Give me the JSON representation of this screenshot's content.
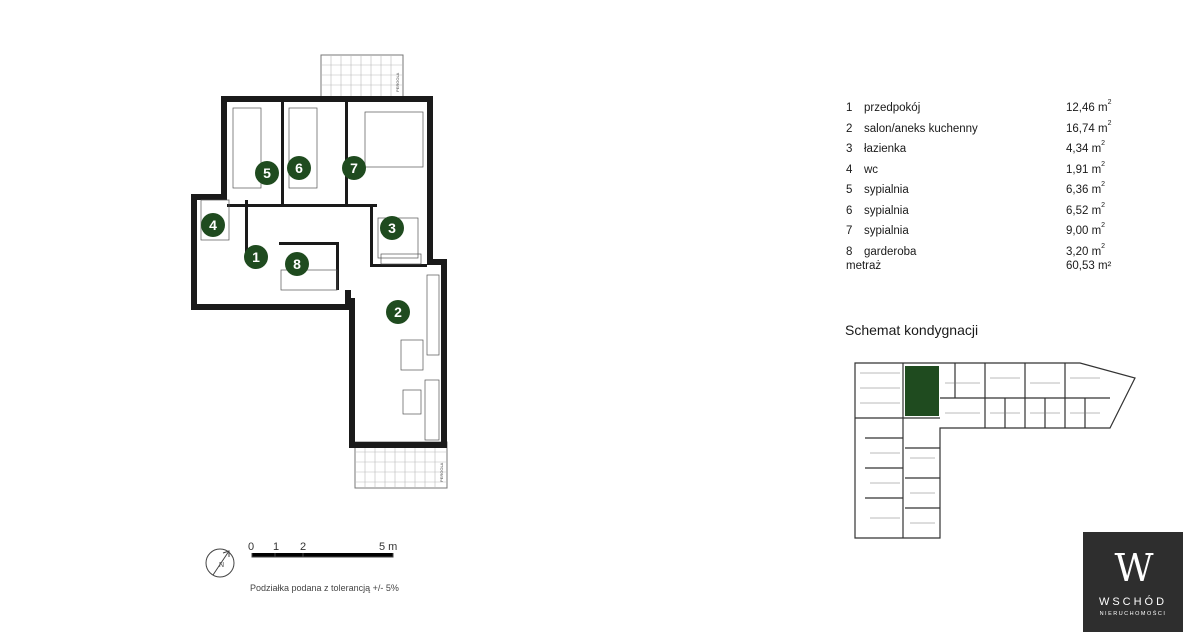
{
  "plan": {
    "markers": [
      "1",
      "2",
      "3",
      "4",
      "5",
      "6",
      "7",
      "8"
    ],
    "marker_color": "#1f4b1f",
    "balcony_label": "PERGOLA"
  },
  "scale": {
    "ticks": [
      "0",
      "1",
      "2",
      "5 m"
    ],
    "note": "Podziałka podana z tolerancją +/- 5%"
  },
  "rooms": [
    {
      "no": "1",
      "name": "przedpokój",
      "area": "12,46 m",
      "unit_sup": "2"
    },
    {
      "no": "2",
      "name": "salon/aneks kuchenny",
      "area": "16,74 m",
      "unit_sup": "2"
    },
    {
      "no": "3",
      "name": "łazienka",
      "area": "4,34 m",
      "unit_sup": "2"
    },
    {
      "no": "4",
      "name": "wc",
      "area": "1,91 m",
      "unit_sup": "2"
    },
    {
      "no": "5",
      "name": "sypialnia",
      "area": "6,36 m",
      "unit_sup": "2"
    },
    {
      "no": "6",
      "name": "sypialnia",
      "area": "6,52 m",
      "unit_sup": "2"
    },
    {
      "no": "7",
      "name": "sypialnia",
      "area": "9,00 m",
      "unit_sup": "2"
    },
    {
      "no": "8",
      "name": "garderoba",
      "area": "3,20 m",
      "unit_sup": "2"
    }
  ],
  "total": {
    "label": "metraż",
    "area": "60,53 m²"
  },
  "schema": {
    "title": "Schemat kondygnacji",
    "highlight_color": "#1f4b1f"
  },
  "logo": {
    "mark": "W",
    "name": "WSCHÓD",
    "sub": "NIERUCHOMOŚCI"
  }
}
